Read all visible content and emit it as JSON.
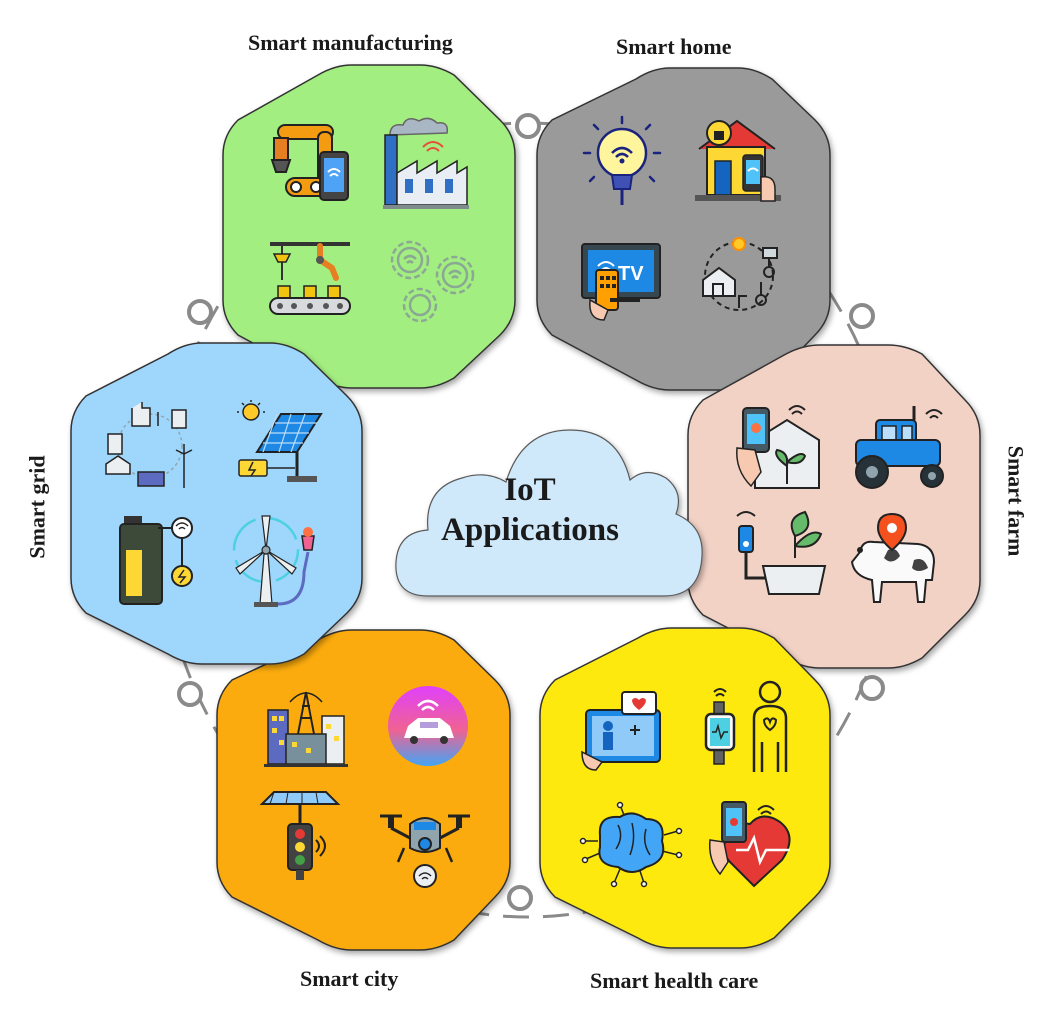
{
  "center": {
    "line1": "IoT",
    "line2": "Applications",
    "cloud_color": "#cfe9fb"
  },
  "categories": [
    {
      "id": "manufacturing",
      "label": "Smart manufacturing",
      "color": "#a3ee80",
      "icons": [
        "robot-arm-phone-icon",
        "wireless-factory-icon",
        "assembly-line-icon",
        "wireless-gears-icon"
      ]
    },
    {
      "id": "home",
      "label": "Smart home",
      "color": "#9a9a9a",
      "icons": [
        "smart-bulb-icon",
        "smart-house-lock-icon",
        "smart-tv-remote-icon",
        "home-automation-cycle-icon"
      ]
    },
    {
      "id": "farm",
      "label": "Smart farm",
      "color": "#f3d2c6",
      "icons": [
        "smart-greenhouse-icon",
        "connected-tractor-icon",
        "plant-sensor-icon",
        "cow-location-icon"
      ]
    },
    {
      "id": "health",
      "label": "Smart health care",
      "color": "#fde910",
      "icons": [
        "health-tablet-icon",
        "smartwatch-body-icon",
        "ai-brain-circuit-icon",
        "heart-monitor-phone-icon"
      ]
    },
    {
      "id": "city",
      "label": "Smart city",
      "color": "#fbab07",
      "icons": [
        "city-antenna-icon",
        "connected-car-icon",
        "solar-traffic-light-icon",
        "drone-icon"
      ]
    },
    {
      "id": "grid",
      "label": "Smart grid",
      "color": "#9fd6fc",
      "icons": [
        "grid-network-icon",
        "solar-panel-icon",
        "smart-battery-icon",
        "wind-turbine-plug-icon"
      ]
    }
  ]
}
